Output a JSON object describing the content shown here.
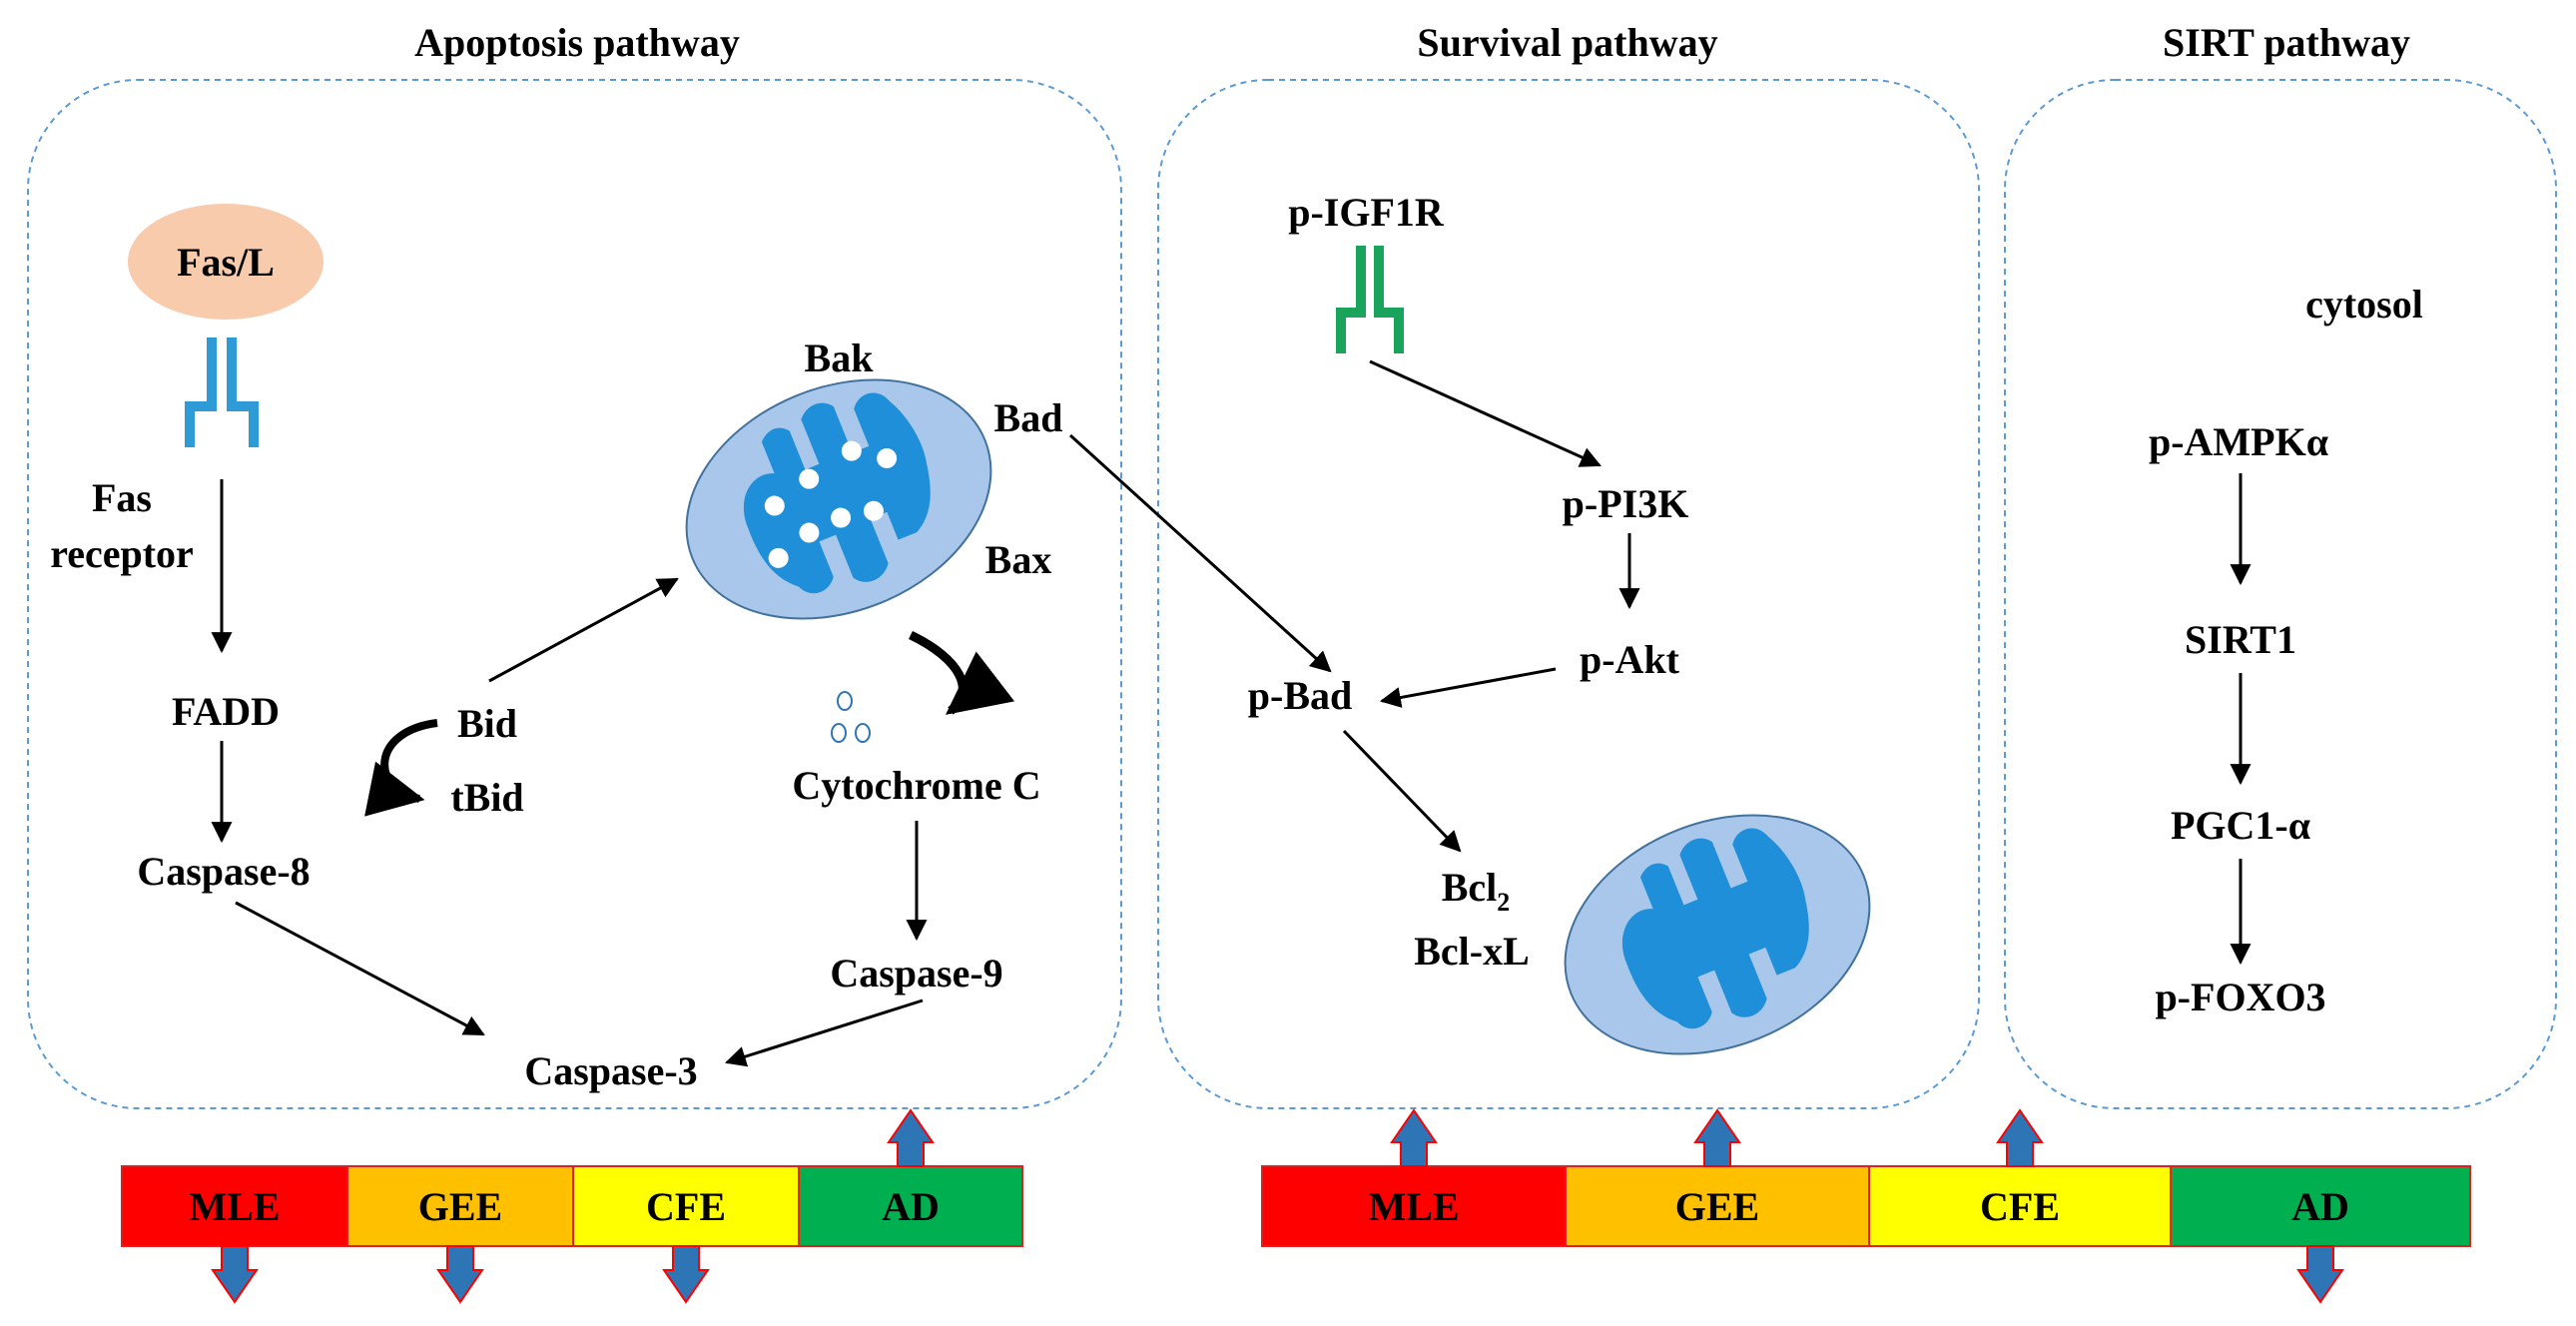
{
  "pathways": {
    "apoptosis": {
      "title": "Apoptosis pathway",
      "fas_ligand": "Fas/L",
      "fas_receptor_line1": "Fas",
      "fas_receptor_line2": "receptor",
      "fadd": "FADD",
      "caspase8": "Caspase-8",
      "bid": "Bid",
      "tbid": "tBid",
      "bak": "Bak",
      "bad": "Bad",
      "bax": "Bax",
      "cytochrome_c": "Cytochrome C",
      "caspase9": "Caspase-9",
      "caspase3": "Caspase-3"
    },
    "survival": {
      "title": "Survival pathway",
      "igf1r": "p-IGF1R",
      "pi3k": "p-PI3K",
      "akt": "p-Akt",
      "bad": "p-Bad",
      "bcl2_base": "Bcl",
      "bcl2_sub": "2",
      "bclxl": "Bcl-xL"
    },
    "sirt": {
      "title": "SIRT pathway",
      "cytosol": "cytosol",
      "ampk": "p-AMPKα",
      "sirt1": "SIRT1",
      "pgc1a": "PGC1-α",
      "foxo3": "p-FOXO3"
    }
  },
  "treatment_bars": [
    {
      "segments": [
        {
          "label": "MLE",
          "color": "#ff0000",
          "effect": "down"
        },
        {
          "label": "GEE",
          "color": "#ffc000",
          "effect": "down"
        },
        {
          "label": "CFE",
          "color": "#ffff00",
          "effect": "down"
        },
        {
          "label": "AD",
          "color": "#00b050",
          "effect": "up"
        }
      ]
    },
    {
      "segments": [
        {
          "label": "MLE",
          "color": "#ff0000",
          "effect": "up"
        },
        {
          "label": "GEE",
          "color": "#ffc000",
          "effect": "up"
        },
        {
          "label": "CFE",
          "color": "#ffff00",
          "effect": "up"
        },
        {
          "label": "AD",
          "color": "#00b050",
          "effect": "down"
        }
      ]
    }
  ],
  "colors": {
    "ligand": "#f8cbad",
    "fas_receptor": "#2e9ad6",
    "igf1r": "#1aa35a",
    "mitochondrion_fill": "#a9c7ea",
    "mitochondrion_cristae": "#1e8fd8",
    "box_border": "#5b9bd5",
    "arrow": "#000000",
    "indicator_arrow_fill": "#2e75b6",
    "indicator_arrow_border": "#ff0000"
  }
}
